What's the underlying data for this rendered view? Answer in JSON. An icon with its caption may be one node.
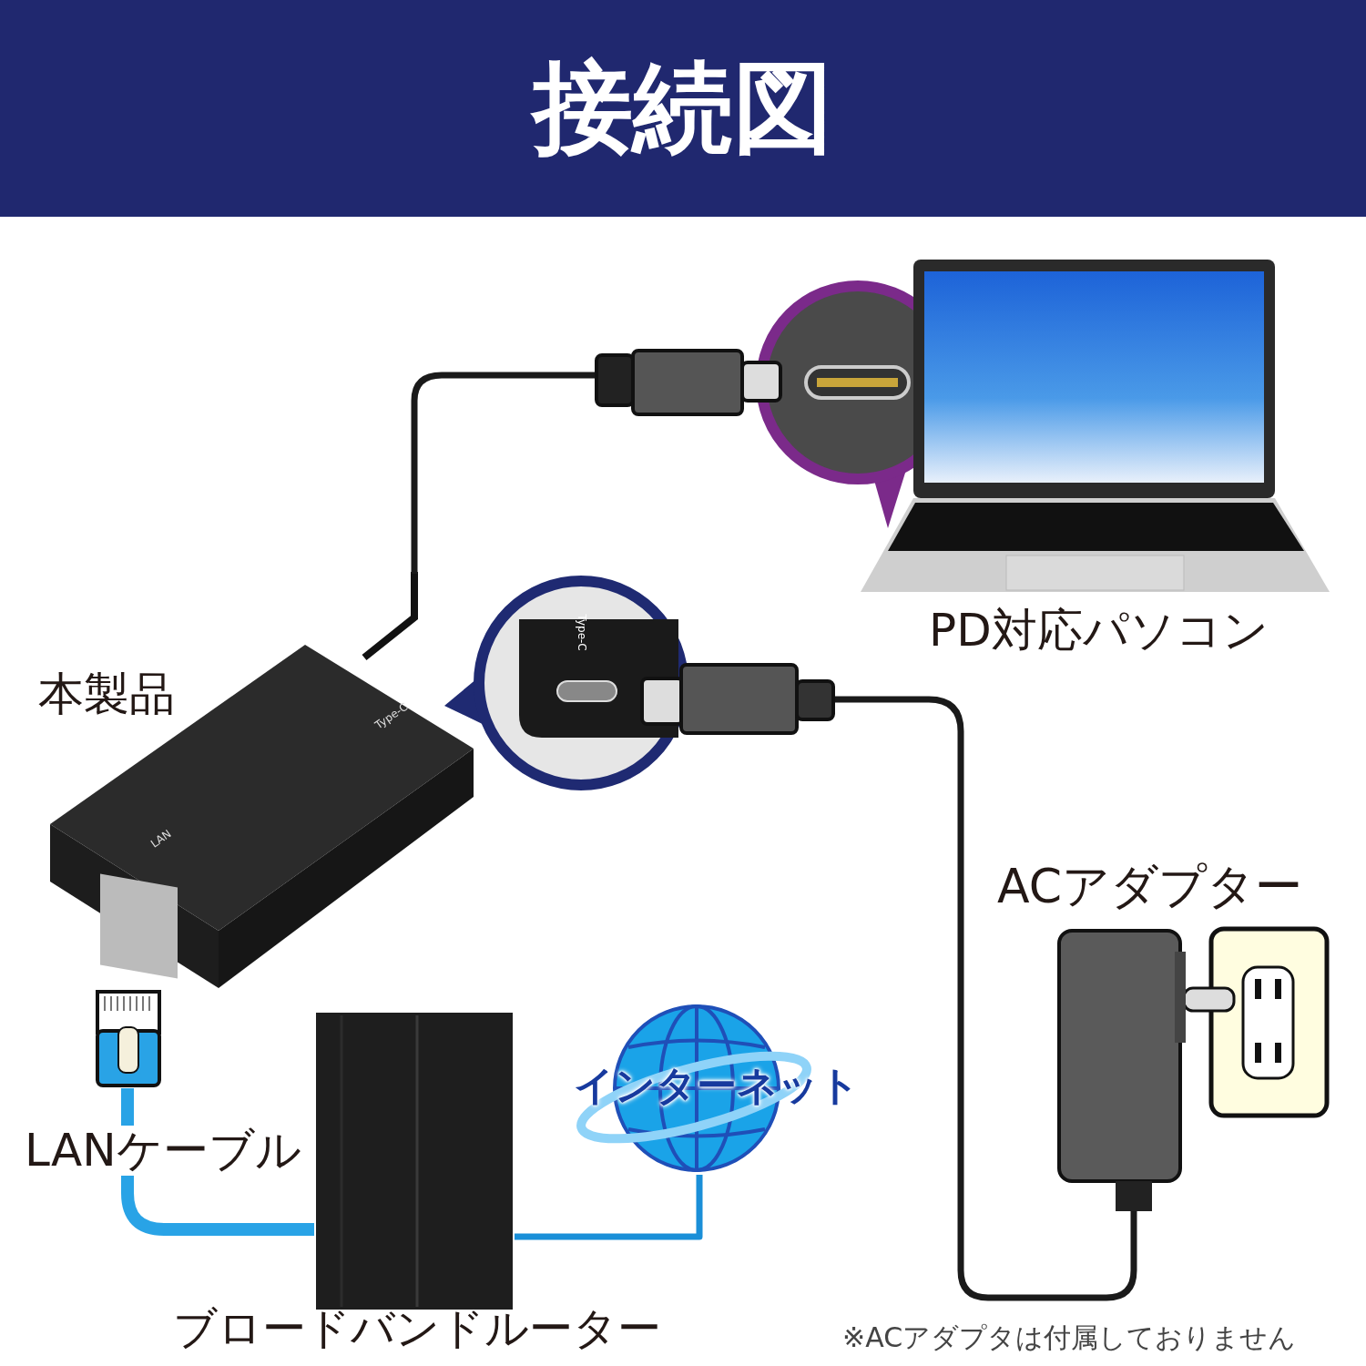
{
  "diagram": {
    "title": "接続図",
    "nodes": [
      {
        "text": [
          "本製品"
        ]
      },
      {
        "text": [],
        "shape": "picture",
        "beside": [
          "PD対応パソコン"
        ]
      },
      {
        "text": [],
        "shape": "box",
        "beside": [
          "ACアダプター"
        ]
      },
      {
        "text": [],
        "shape": "picture",
        "beside": [
          "ブロードバンドルーター"
        ]
      },
      {
        "text": [
          "インターネット"
        ]
      },
      {
        "text": [],
        "shape": "picture"
      }
    ],
    "edges": [
      {
        "from": 0,
        "to": 1,
        "arrow": "other"
      },
      {
        "from": 0,
        "to": 2,
        "arrow": "other"
      },
      {
        "from": 5,
        "to": 3,
        "arrow": "none",
        "label": "LANケーブル",
        "style": "thick",
        "color": "#29a3e6"
      },
      {
        "from": 3,
        "to": 4,
        "arrow": "none",
        "color": "#1a8fd8"
      }
    ],
    "labels": [
      "Type-C",
      "Type-C",
      "LAN",
      "※ACアダプタは付属しておりません"
    ]
  }
}
